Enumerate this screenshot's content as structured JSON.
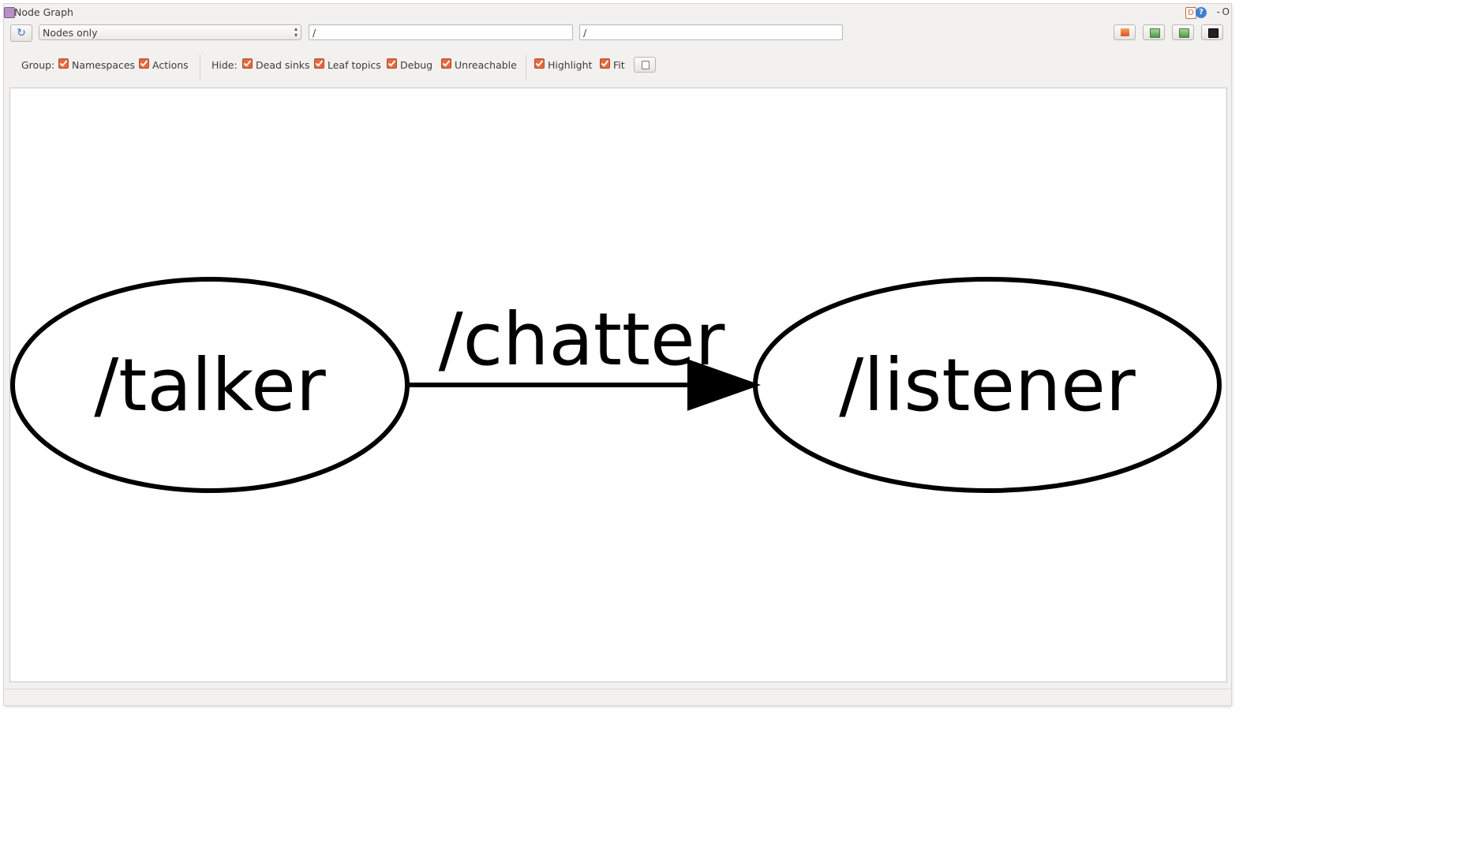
{
  "window": {
    "title": "Node Graph"
  },
  "titlebar": {
    "d_label": "D",
    "help_label": "?",
    "min_label": "-",
    "max_label": "O"
  },
  "toolbar": {
    "graph_type": "Nodes only",
    "namespace_filter": "/",
    "topic_filter": "/"
  },
  "options": {
    "group_label": "Group:",
    "group_items": [
      "Namespaces",
      "Actions"
    ],
    "hide_label": "Hide:",
    "hide_items": [
      "Dead sinks",
      "Leaf topics",
      "Debug",
      "Unreachable"
    ],
    "view_items": [
      "Highlight",
      "Fit"
    ]
  },
  "graph": {
    "nodes": [
      "/talker",
      "/listener"
    ],
    "edge_label": "/chatter"
  },
  "icons": {
    "refresh": "refresh-icon",
    "load": "load-icon",
    "save_dot": "save-dot-icon",
    "save_svg": "save-svg-icon",
    "save_image": "save-image-icon",
    "quiet": "quiet-icon"
  },
  "colors": {
    "checkbox": "#e26a3e",
    "window_bg": "#f2f1f0",
    "accent": "#3e74c4"
  }
}
